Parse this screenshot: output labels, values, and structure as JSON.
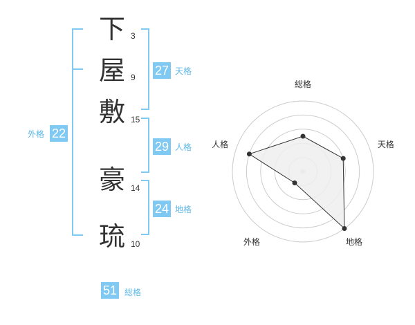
{
  "name_chars": [
    {
      "char": "下",
      "strokes": "3"
    },
    {
      "char": "屋",
      "strokes": "9"
    },
    {
      "char": "敷",
      "strokes": "15"
    },
    {
      "char": "豪",
      "strokes": "14"
    },
    {
      "char": "琉",
      "strokes": "10"
    }
  ],
  "fortune": {
    "tenkaku": {
      "value": "27",
      "label": "天格"
    },
    "jinkaku": {
      "value": "29",
      "label": "人格"
    },
    "chikaku": {
      "value": "24",
      "label": "地格"
    },
    "gaikaku": {
      "value": "22",
      "label": "外格"
    },
    "soukaku": {
      "value": "51",
      "label": "総格"
    }
  },
  "chart_data": {
    "type": "radar",
    "axes": [
      "総格",
      "天格",
      "地格",
      "外格",
      "人格"
    ],
    "values": [
      2.5,
      3,
      5,
      1,
      4
    ],
    "max": 5,
    "rings": 5,
    "colors": {
      "fill": "#eeeeee",
      "stroke": "#333333",
      "grid": "#cccccc",
      "point": "#333333",
      "center": "#cccccc"
    }
  }
}
